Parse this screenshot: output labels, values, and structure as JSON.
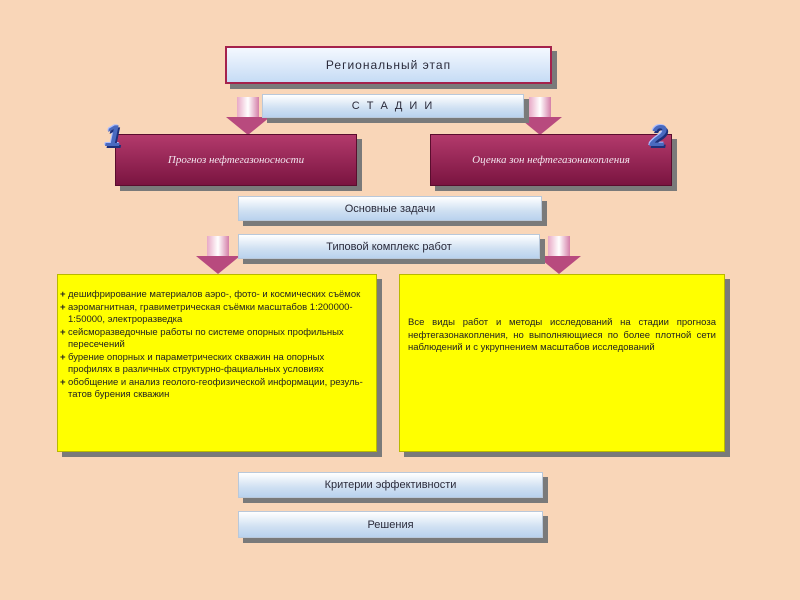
{
  "header": {
    "title": "Региональный  этап",
    "stages_label": "С  Т  А  Д  И  И"
  },
  "stages": [
    {
      "number": "1",
      "label": "Прогноз нефтегазоносности"
    },
    {
      "number": "2",
      "label": "Оценка зон нефтегазонакопления"
    }
  ],
  "sections": {
    "main_tasks": "Основные задачи",
    "typical_works": "Типовой комплекс работ"
  },
  "works_left": [
    "дешифрирование материалов аэро-, фото- и космических съёмок",
    "аэромагнитная, гравиметрическая съёмки масштабов 1:200000-1:50000, электроразведка",
    "сейсморазведочные работы по системе опорных профильных пересечений",
    "бурение опорных и параметрических скважин на опорных профилях в различных структурно-фациальных условиях",
    "обобщение и анализ геолого-геофизической информации, резуль-татов бурения скважин"
  ],
  "works_right": "Все виды работ и методы исследований на стадии прогноза нефтегазонакопления, но выполняющиеся по более плотной сети наблюдений и с укрупнением масштабов исследований",
  "footer": {
    "criteria": "Критерии эффективности",
    "decisions": "Решения"
  },
  "colors": {
    "background": "#f9d6b8",
    "accent": "#a5224c",
    "stage": "#8f2050",
    "highlight": "#ffff00"
  }
}
